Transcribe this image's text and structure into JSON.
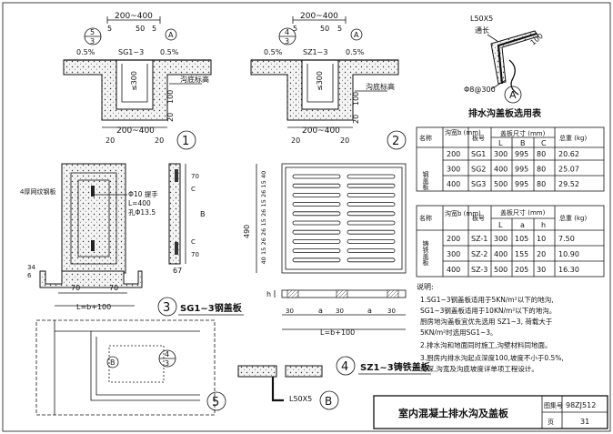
{
  "title_block": {
    "drawing_title": "室内混凝土排水沟及盖板",
    "atlas_label": "图集号",
    "atlas_no": "98ZJ512",
    "page_label": "页",
    "page_no": "31"
  },
  "detail1": {
    "width_dim": "200~400",
    "sub_dims": [
      "5",
      "50",
      "5"
    ],
    "slope_left": "0.5%",
    "slope_right": "0.5%",
    "cover_label": "SG1~3",
    "ref_top": "5",
    "ref_bottom": "3",
    "callout": "A",
    "depth": "≤300",
    "elev_label": "沟底标高",
    "side_dims": [
      "100",
      "20"
    ],
    "bottom_dims": [
      "200~400",
      "20",
      "20"
    ],
    "number": "1"
  },
  "detail2": {
    "width_dim": "200~400",
    "sub_dims": [
      "5",
      "50",
      "5"
    ],
    "slope_left": "0.5%",
    "slope_right": "0.5%",
    "cover_label": "SZ1~3",
    "ref_top": "4",
    "ref_bottom": "3",
    "callout": "A",
    "depth": "≤300",
    "elev_label": "沟底标高",
    "side_dims": [
      "100",
      "20"
    ],
    "bottom_dims": [
      "200~400",
      "20",
      "20"
    ],
    "number": "2"
  },
  "detailA": {
    "angle_label": "L50X5",
    "angle_note": "通长",
    "dim": "100",
    "anchor_label": "Φ8@300",
    "callout": "A"
  },
  "table": {
    "title": "排水沟盖板选用表",
    "steel": {
      "headers": [
        "名称",
        "沟宽b (mm)",
        "板号",
        "盖板尺寸 (mm)",
        "总重 (kg)"
      ],
      "sub_headers": [
        "L",
        "B",
        "C"
      ],
      "group_label": "钢盖板",
      "rows": [
        [
          "200",
          "SG1",
          "300",
          "995",
          "80",
          "20.62"
        ],
        [
          "300",
          "SG2",
          "400",
          "995",
          "80",
          "25.07"
        ],
        [
          "400",
          "SG3",
          "500",
          "995",
          "80",
          "29.52"
        ]
      ]
    },
    "cast": {
      "headers": [
        "名称",
        "沟宽b (mm)",
        "板号",
        "盖板尺寸 (mm)",
        "总重 (kg)"
      ],
      "sub_headers": [
        "L",
        "a",
        "h"
      ],
      "group_label": "铸铁盖板",
      "rows": [
        [
          "200",
          "SZ-1",
          "300",
          "105",
          "10",
          "7.50"
        ],
        [
          "300",
          "SZ-2",
          "400",
          "155",
          "20",
          "10.90"
        ],
        [
          "400",
          "SZ-3",
          "500",
          "205",
          "30",
          "16.30"
        ]
      ]
    }
  },
  "detail3": {
    "plate_label": "4厚网纹钢板",
    "handle_lines": [
      "Φ10 提手",
      "L=400",
      "孔Φ13.5"
    ],
    "side_dims": [
      "70",
      "C",
      "B",
      "C",
      "70"
    ],
    "bottom_dim": "67",
    "left_dims": [
      "6",
      "34"
    ],
    "width_dims": [
      "70",
      "70"
    ],
    "length_dim": "L=b+100",
    "number": "3",
    "caption": "SG1~3钢盖板"
  },
  "detail4": {
    "left_dims": [
      "490",
      "40",
      "15",
      "26",
      "15",
      "26",
      "15",
      "26",
      "26",
      "15",
      "40"
    ],
    "h_label": "h",
    "section_dims": [
      "30",
      "a",
      "30",
      "a",
      "30"
    ],
    "length_dim": "L=b+100",
    "number": "4",
    "caption": "SZ1~3铸铁盖板"
  },
  "detailB": {
    "angle_label": "L50X5",
    "callout": "B"
  },
  "detail5": {
    "ref_top": "4",
    "ref_bottom": "3",
    "callout": "B",
    "number": "5"
  },
  "notes": {
    "heading": "说明:",
    "lines": [
      "1.SG1~3钢盖板适用于5KN/m²以下的地沟,",
      "  SG1~3钢盖板适用于10KN/m²以下的地沟。",
      "  厨房地沟盖板宜优先选用 SZ1~3, 荷载大于",
      "  5KN/m²时选用SG1~3。",
      "2.排水沟和地面同时施工,沟壁材料同地面。",
      "3.厨房内排水沟起点深度100,坡度不小于0.5%,",
      "  沟深,沟宽及沟底坡度详单项工程设计。"
    ]
  }
}
